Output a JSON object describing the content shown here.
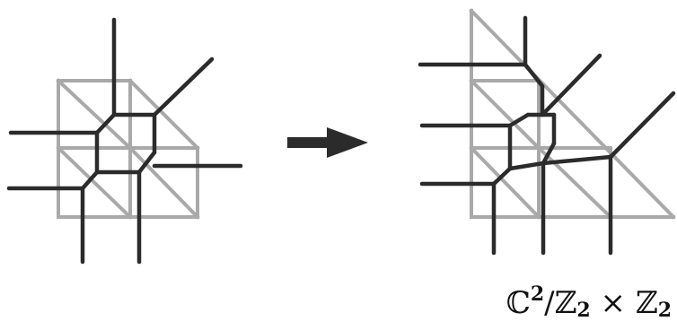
{
  "caption": {
    "base": "ℂ",
    "exponent": "2",
    "slash": "/",
    "group_a": "ℤ",
    "group_a_sub": "2",
    "times": "×",
    "group_b": "ℤ",
    "group_b_sub": "2"
  },
  "colors": {
    "grid": "#a9a9a9",
    "web": "#2b2b2b",
    "arrow": "#2b2b2b"
  }
}
